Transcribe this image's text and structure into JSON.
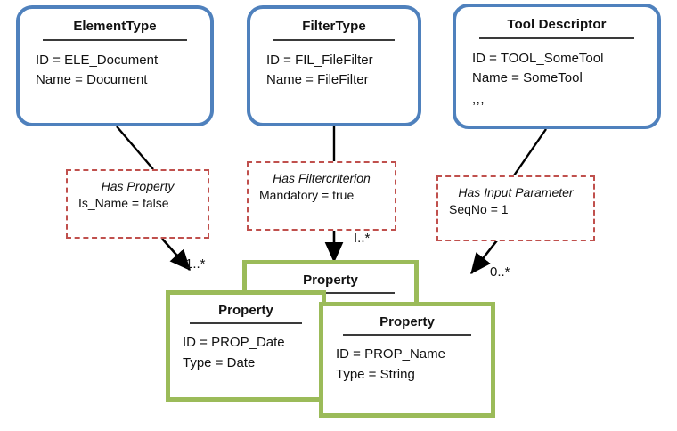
{
  "diagram": {
    "title": "Metamodel instance diagram",
    "colors": {
      "type_border": "#4F81BD",
      "relation_border": "#C0504D",
      "instance_border": "#9BBB59",
      "connector": "#000000",
      "background": "#FFFFFF"
    }
  },
  "type_boxes": [
    {
      "id": "element-type",
      "title": "ElementType",
      "attributes": [
        "ID = ELE_Document",
        "Name = Document"
      ],
      "ellipsis": ""
    },
    {
      "id": "filter-type",
      "title": "FilterType",
      "attributes": [
        "ID = FIL_FileFilter",
        "Name = FileFilter"
      ],
      "ellipsis": ""
    },
    {
      "id": "tool-descriptor",
      "title": "Tool Descriptor",
      "attributes": [
        "ID = TOOL_SomeTool",
        "Name = SomeTool"
      ],
      "ellipsis": ",,,"
    }
  ],
  "relation_boxes": [
    {
      "id": "has-property",
      "title": "Has Property",
      "attribute": "Is_Name = false"
    },
    {
      "id": "has-filtercriterion",
      "title": "Has Filtercriterion",
      "attribute": "Mandatory = true"
    },
    {
      "id": "has-input-parameter",
      "title": "Has Input Parameter",
      "attribute": "SeqNo = 1"
    }
  ],
  "multiplicities": [
    {
      "id": "mult-has-property",
      "label": "1..*"
    },
    {
      "id": "mult-has-filtercriterion",
      "label": "I..*"
    },
    {
      "id": "mult-has-input-parameter",
      "label": "0..*"
    }
  ],
  "property_boxes": [
    {
      "id": "property-back",
      "title": "Property",
      "attributes": []
    },
    {
      "id": "property-date",
      "title": "Property",
      "attributes": [
        "ID = PROP_Date",
        "Type = Date"
      ]
    },
    {
      "id": "property-name",
      "title": "Property",
      "attributes": [
        "ID = PROP_Name",
        "Type = String"
      ]
    }
  ]
}
